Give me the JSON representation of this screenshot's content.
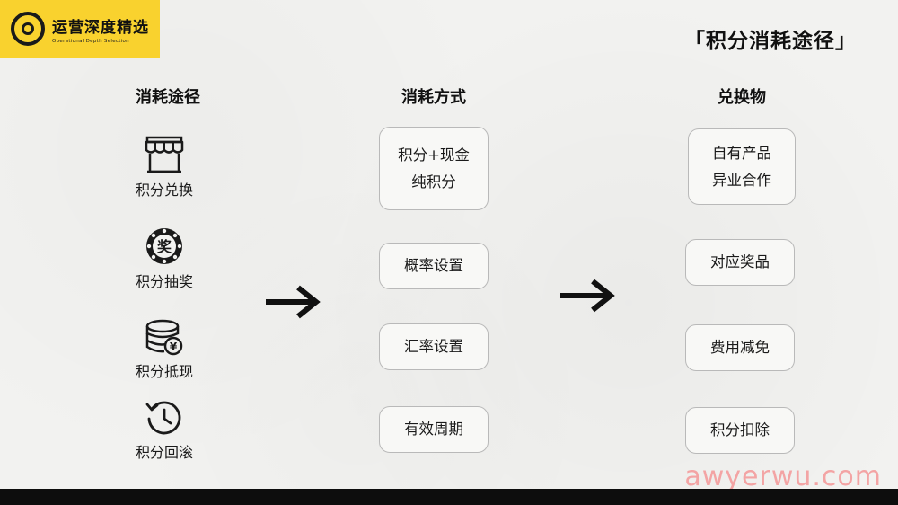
{
  "logo": {
    "title": "运营深度精选",
    "subtitle": "Operational Depth Selection"
  },
  "title": "「积分消耗途径」",
  "columns": {
    "paths": {
      "header": "消耗途径"
    },
    "methods": {
      "header": "消耗方式"
    },
    "rewards": {
      "header": "兑换物"
    }
  },
  "paths": [
    {
      "label": "积分兑换",
      "icon": "store-icon"
    },
    {
      "label": "积分抽奖",
      "icon": "lottery-icon",
      "icon_text": "奖"
    },
    {
      "label": "积分抵现",
      "icon": "coins-icon",
      "icon_text": "¥"
    },
    {
      "label": "积分回滚",
      "icon": "history-icon"
    }
  ],
  "methods": [
    {
      "lines": [
        "积分+现金",
        "纯积分"
      ]
    },
    {
      "lines": [
        "概率设置"
      ]
    },
    {
      "lines": [
        "汇率设置"
      ]
    },
    {
      "lines": [
        "有效周期"
      ]
    }
  ],
  "rewards": [
    {
      "lines": [
        "自有产品",
        "异业合作"
      ]
    },
    {
      "lines": [
        "对应奖品"
      ]
    },
    {
      "lines": [
        "费用减免"
      ]
    },
    {
      "lines": [
        "积分扣除"
      ]
    }
  ],
  "watermark": "awyerwu.com",
  "colors": {
    "logo_bg": "#f9d22e",
    "watermark": "#f3a4a4",
    "box_border": "#b9b9b9"
  }
}
